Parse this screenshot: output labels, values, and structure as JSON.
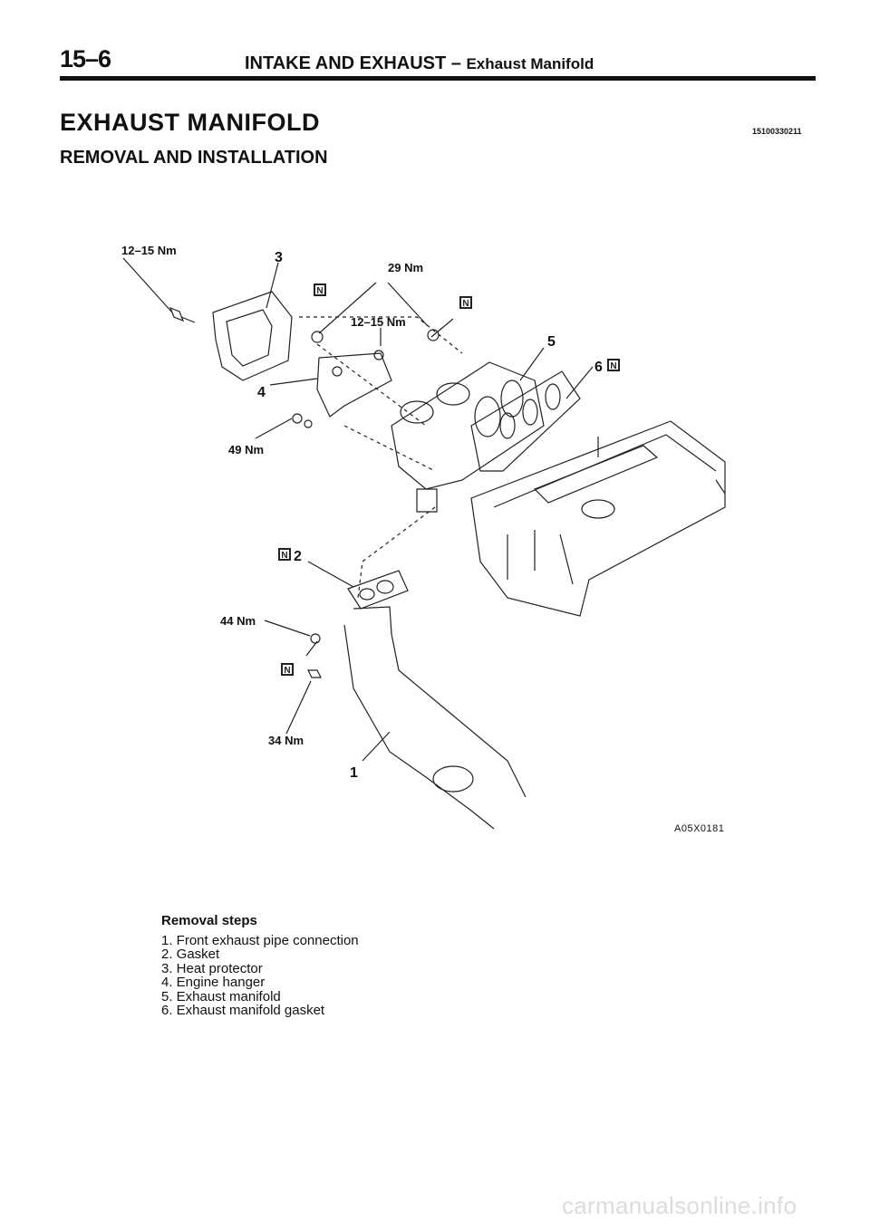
{
  "header": {
    "page_number": "15–6",
    "title_main": "INTAKE AND EXHAUST –",
    "title_sub": "Exhaust Manifold"
  },
  "section": {
    "title": "EXHAUST MANIFOLD",
    "subtitle": "REMOVAL AND INSTALLATION",
    "code": "15100330211"
  },
  "diagram": {
    "labels": {
      "torque_12_15_left": "12–15 Nm",
      "torque_29": "29 Nm",
      "torque_12_15_center": "12–15 Nm",
      "torque_49": "49 Nm",
      "torque_44": "44 Nm",
      "torque_34": "34 Nm",
      "callout_1": "1",
      "callout_2": "2",
      "callout_3": "3",
      "callout_4": "4",
      "callout_5": "5",
      "callout_6": "6",
      "new_part_mark": "N",
      "figure_id": "A05X0181"
    }
  },
  "removal_steps": {
    "title": "Removal steps",
    "items": [
      "1. Front exhaust pipe connection",
      "2. Gasket",
      "3. Heat protector",
      "4. Engine hanger",
      "5. Exhaust manifold",
      "6. Exhaust manifold gasket"
    ]
  },
  "watermark": "carmanualsonline.info"
}
